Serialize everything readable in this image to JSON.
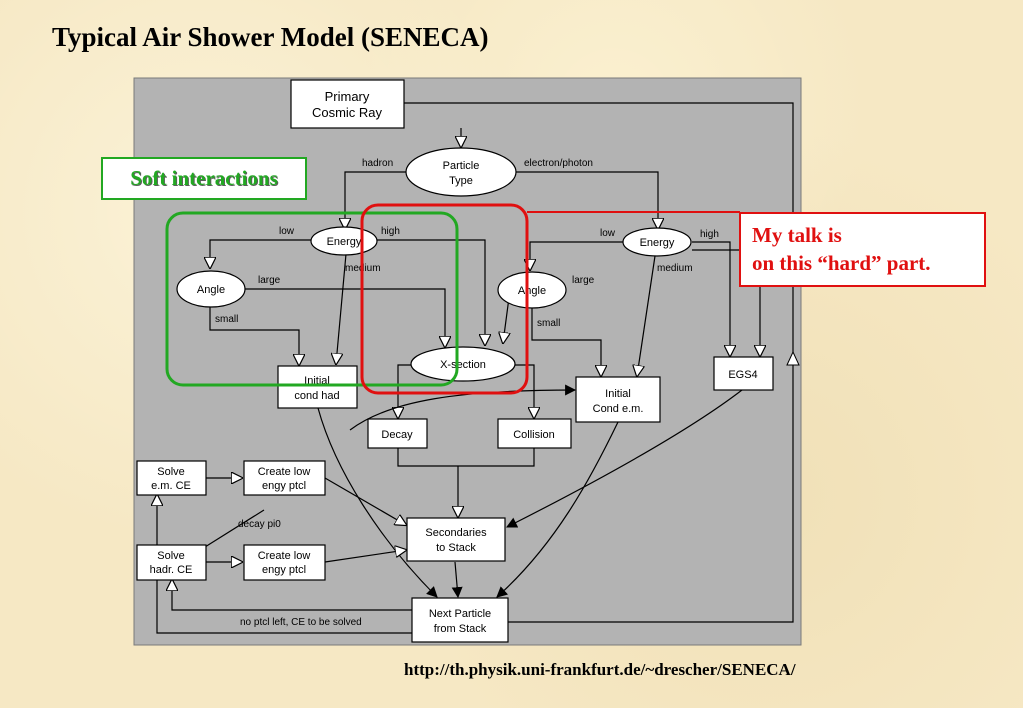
{
  "slide": {
    "title": "Typical Air Shower Model (SENECA)",
    "footer_url": "http://th.physik.uni-frankfurt.de/~drescher/SENECA/"
  },
  "callouts": {
    "soft": "Soft interactions",
    "hard_line1": "My talk is",
    "hard_line2": "on this “hard” part."
  },
  "colors": {
    "soft_highlight": "#22a822",
    "hard_highlight": "#e01010",
    "diagram_background": "#b3b3b3"
  },
  "nodes": {
    "primary": [
      "Primary",
      "Cosmic Ray"
    ],
    "particle_type": [
      "Particle",
      "Type"
    ],
    "energy_hadron": [
      "Energy"
    ],
    "energy_em": [
      "Energy"
    ],
    "angle_hadron": [
      "Angle"
    ],
    "angle_em": [
      "Angle"
    ],
    "xsection": [
      "X-section"
    ],
    "initial_had": [
      "Initial",
      "cond had"
    ],
    "initial_em": [
      "Initial",
      "Cond e.m."
    ],
    "egs4": [
      "EGS4"
    ],
    "decay": [
      "Decay"
    ],
    "collision": [
      "Collision"
    ],
    "solve_em": [
      "Solve",
      "e.m.  CE"
    ],
    "create_low_1": [
      "Create low",
      "engy ptcl"
    ],
    "solve_hadr": [
      "Solve",
      "hadr. CE"
    ],
    "create_low_2": [
      "Create low",
      "engy ptcl"
    ],
    "secondaries": [
      "Secondaries",
      "to Stack"
    ],
    "next_particle": [
      "Next Particle",
      "from Stack"
    ]
  },
  "edge_labels": {
    "hadron": "hadron",
    "electron_photon": "electron/photon",
    "low_had": "low",
    "high_had": "high",
    "medium_had": "medium",
    "large_had": "large",
    "small_had": "small",
    "low_em": "low",
    "high_em": "high",
    "medium_em": "medium",
    "large_em": "large",
    "small_em": "small",
    "decay_pi0": "decay pi0",
    "no_ptcl_left": "no ptcl left, CE to be solved"
  }
}
